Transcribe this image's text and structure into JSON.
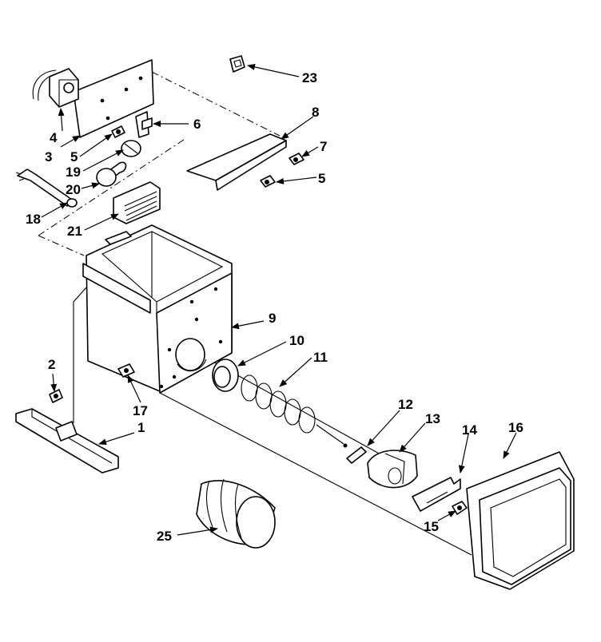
{
  "callouts": {
    "p1": "1",
    "p2": "2",
    "p3": "3",
    "p4": "4",
    "p5a": "5",
    "p5b": "5",
    "p6": "6",
    "p7": "7",
    "p8": "8",
    "p9": "9",
    "p10": "10",
    "p11": "11",
    "p12": "12",
    "p13": "13",
    "p14": "14",
    "p15": "15",
    "p16": "16",
    "p17": "17",
    "p18": "18",
    "p19": "19",
    "p20": "20",
    "p21": "21",
    "p23": "23",
    "p25": "25"
  }
}
